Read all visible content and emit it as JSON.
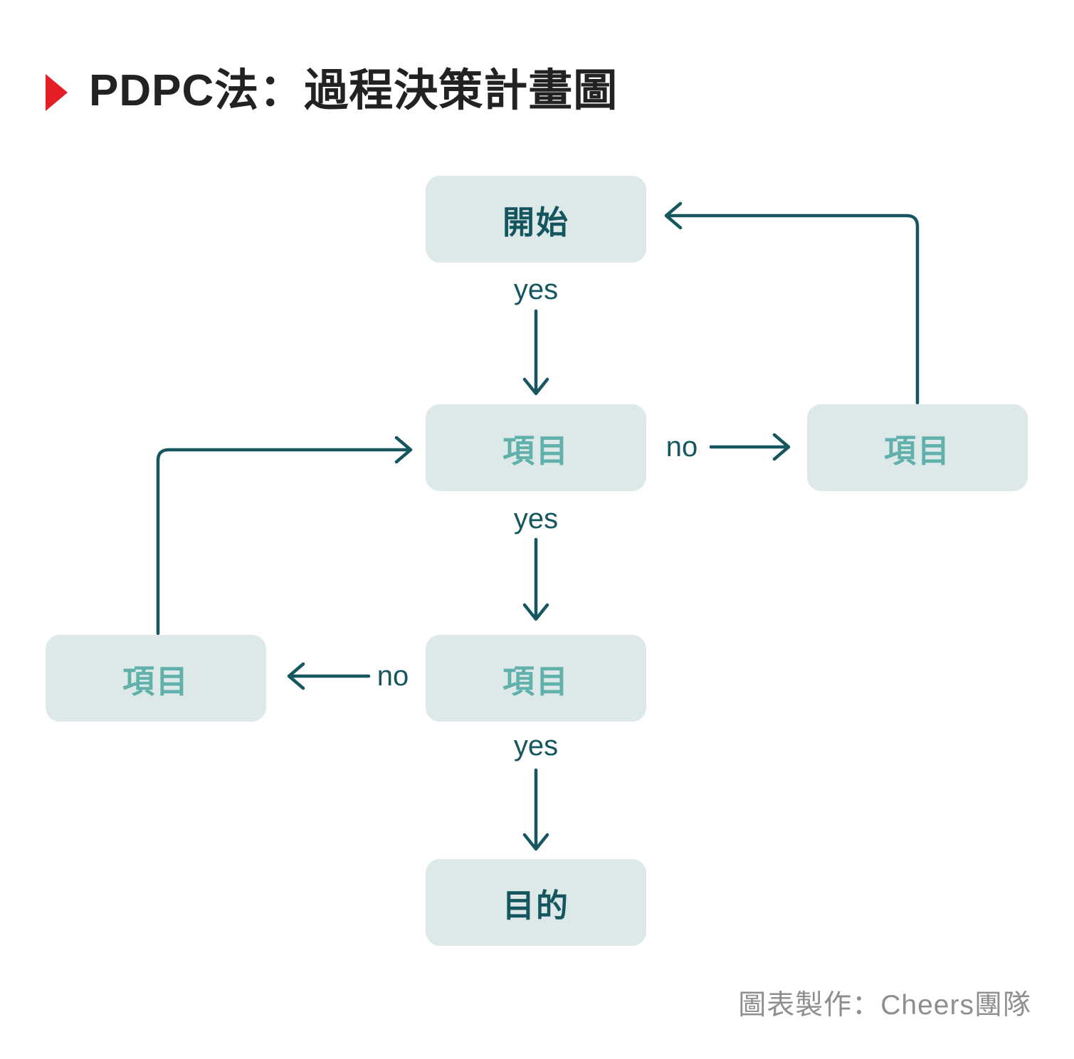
{
  "title": {
    "text": "PDPC法：過程決策計畫圖",
    "marker_icon": "red-play-triangle",
    "marker_color": "#e31e26"
  },
  "diagram": {
    "type": "flowchart",
    "nodes": [
      {
        "id": "start",
        "label": "開始",
        "style": "dark"
      },
      {
        "id": "item-upper",
        "label": "項目",
        "style": "light"
      },
      {
        "id": "item-branch-right",
        "label": "項目",
        "style": "light"
      },
      {
        "id": "item-lower",
        "label": "項目",
        "style": "light"
      },
      {
        "id": "item-branch-left",
        "label": "項目",
        "style": "light"
      },
      {
        "id": "goal",
        "label": "目的",
        "style": "dark"
      }
    ],
    "edges": [
      {
        "from": "start",
        "to": "item-upper",
        "label": "yes",
        "direction": "down"
      },
      {
        "from": "item-upper",
        "to": "item-branch-right",
        "label": "no",
        "direction": "right"
      },
      {
        "from": "item-upper",
        "to": "item-lower",
        "label": "yes",
        "direction": "down"
      },
      {
        "from": "item-lower",
        "to": "item-branch-left",
        "label": "no",
        "direction": "left"
      },
      {
        "from": "item-lower",
        "to": "goal",
        "label": "yes",
        "direction": "down"
      },
      {
        "from": "item-branch-right",
        "to": "start",
        "label": "",
        "direction": "up-left-loop"
      },
      {
        "from": "item-branch-left",
        "to": "item-upper",
        "label": "",
        "direction": "up-right-loop"
      }
    ],
    "colors": {
      "node_fill": "#dde9e8",
      "node_text_dark": "#14555e",
      "node_text_light": "#60b0ab",
      "connector": "#16575f"
    }
  },
  "footer": {
    "credit": "圖表製作：Cheers團隊"
  }
}
